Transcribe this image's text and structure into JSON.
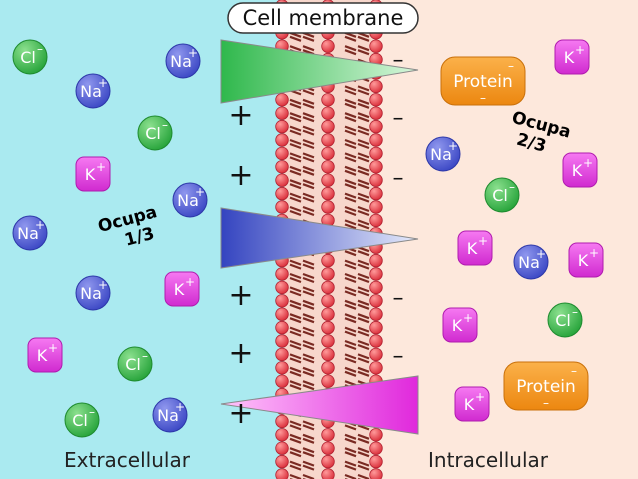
{
  "title": "Cell membrane",
  "regions": {
    "left": "Extracellular",
    "right": "Intracellular"
  },
  "notes": {
    "left": [
      "Ocupa",
      "1/3"
    ],
    "right": [
      "Ocupa",
      "2/3"
    ]
  },
  "charges": {
    "positive": "+",
    "negative": "–"
  },
  "ion_labels": {
    "cl": "Cl",
    "na": "Na",
    "k": "K",
    "protein": "Protein"
  },
  "ions": [
    {
      "type": "cl",
      "side": "extracellular"
    },
    {
      "type": "na",
      "side": "extracellular"
    },
    {
      "type": "na",
      "side": "extracellular"
    },
    {
      "type": "cl",
      "side": "extracellular"
    },
    {
      "type": "k",
      "side": "extracellular"
    },
    {
      "type": "na",
      "side": "extracellular"
    },
    {
      "type": "na",
      "side": "extracellular"
    },
    {
      "type": "na",
      "side": "extracellular"
    },
    {
      "type": "k",
      "side": "extracellular"
    },
    {
      "type": "k",
      "side": "extracellular"
    },
    {
      "type": "cl",
      "side": "extracellular"
    },
    {
      "type": "cl",
      "side": "extracellular"
    },
    {
      "type": "na",
      "side": "extracellular"
    },
    {
      "type": "protein",
      "side": "intracellular"
    },
    {
      "type": "k",
      "side": "intracellular"
    },
    {
      "type": "na",
      "side": "intracellular"
    },
    {
      "type": "k",
      "side": "intracellular"
    },
    {
      "type": "cl",
      "side": "intracellular"
    },
    {
      "type": "k",
      "side": "intracellular"
    },
    {
      "type": "na",
      "side": "intracellular"
    },
    {
      "type": "k",
      "side": "intracellular"
    },
    {
      "type": "k",
      "side": "intracellular"
    },
    {
      "type": "cl",
      "side": "intracellular"
    },
    {
      "type": "protein",
      "side": "intracellular"
    },
    {
      "type": "k",
      "side": "intracellular"
    }
  ],
  "gradients": [
    {
      "ion": "Na+",
      "color": "#3fc05a"
    },
    {
      "ion": "Cl-",
      "color": "#4450c8"
    },
    {
      "ion": "K+",
      "color": "#e83ce6"
    }
  ],
  "colors": {
    "extracellular_bg": "#aaeaf0",
    "intracellular_bg": "#fde8dc",
    "cl": "#3db54a",
    "na": "#5560d6",
    "k": "#e438e0",
    "protein": "#f39a1f",
    "lipid_head": "#e0404a",
    "lipid_tail": "#7a2a22"
  }
}
